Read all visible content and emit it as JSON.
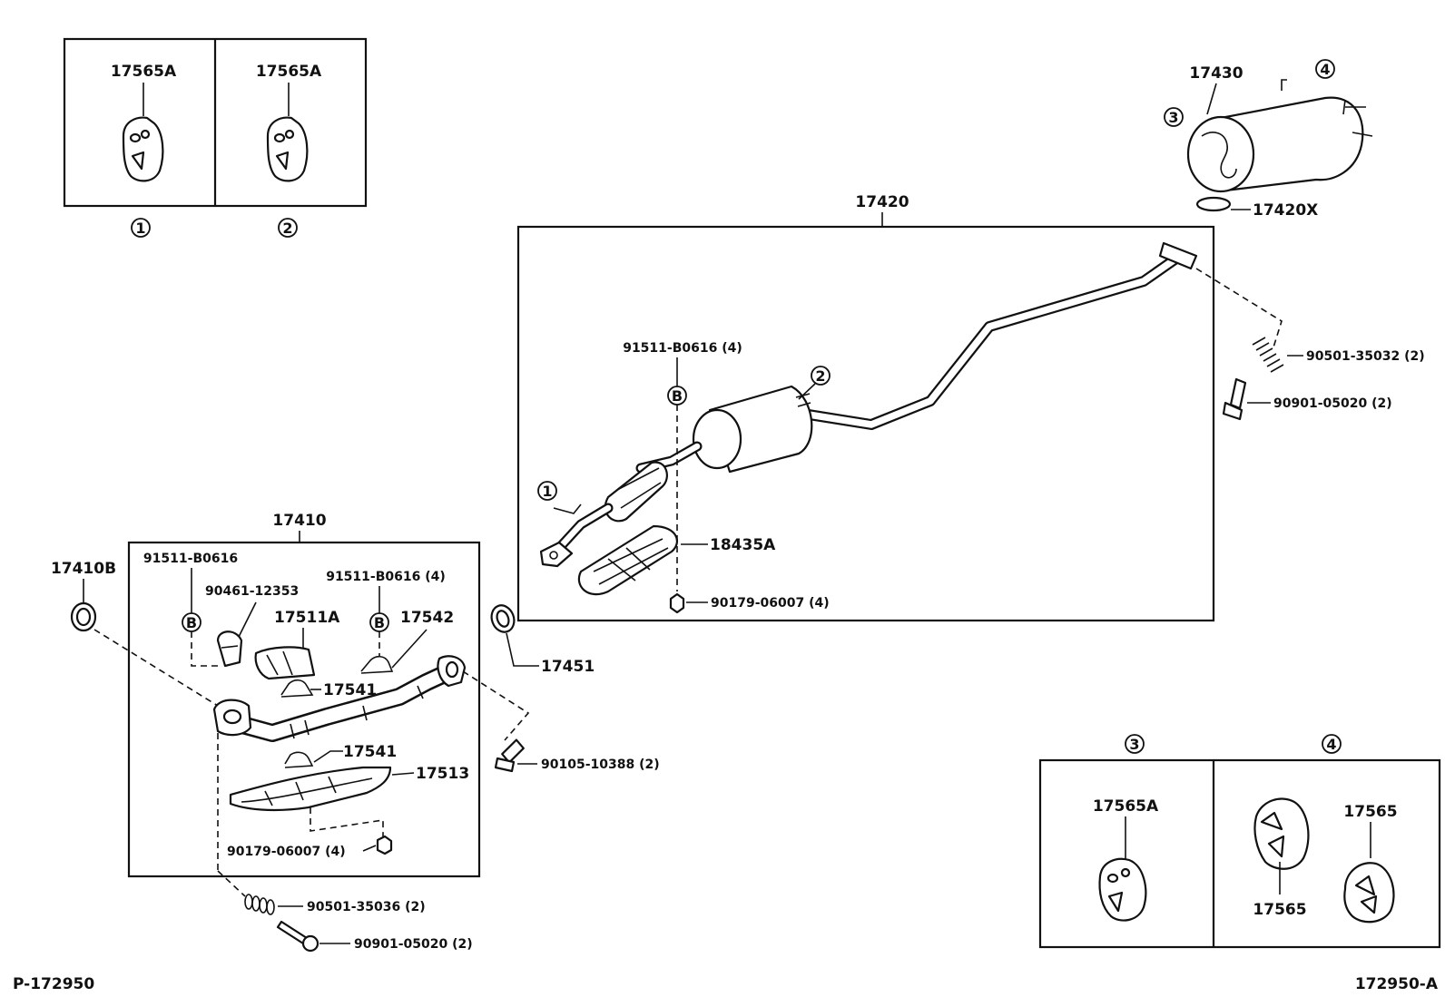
{
  "footer": {
    "left_code": "P-172950",
    "right_code": "172950-A"
  },
  "callouts": {
    "c1": "1",
    "c2": "2",
    "c3": "3",
    "c4": "4",
    "b": "B"
  },
  "inset_top_left": {
    "panel1": {
      "part": "17565A",
      "callout": "1"
    },
    "panel2": {
      "part": "17565A",
      "callout": "2"
    }
  },
  "inset_bottom_right": {
    "panel3": {
      "part": "17565A",
      "callout": "3"
    },
    "panel4": {
      "part_a": "17565",
      "part_b": "17565",
      "callout": "4"
    }
  },
  "muffler_tail": {
    "muffler": "17430",
    "gasket": "17420X"
  },
  "center_pipe_group": {
    "assembly": "17420",
    "bolt": "91511-B0616 (4)",
    "converter": "18435A",
    "nut": "90179-06007 (4)",
    "spring": "90501-35032 (2)",
    "spring_bolt": "90901-05020 (2)"
  },
  "front_pipe_group": {
    "assembly": "17410",
    "gasket_front": "17410B",
    "bolt_single": "91511-B0616",
    "clamp": "90461-12353",
    "bracket_a": "17511A",
    "bolt_multi": "91511-B0616 (4)",
    "support": "17542",
    "clip_upper": "17541",
    "clip_lower": "17541",
    "heat_insulator": "17513",
    "nut": "90179-06007 (4)",
    "gasket_rear": "17451",
    "bolt_rear": "90105-10388 (2)",
    "spring": "90501-35036 (2)",
    "spring_bolt": "90901-05020 (2)"
  }
}
